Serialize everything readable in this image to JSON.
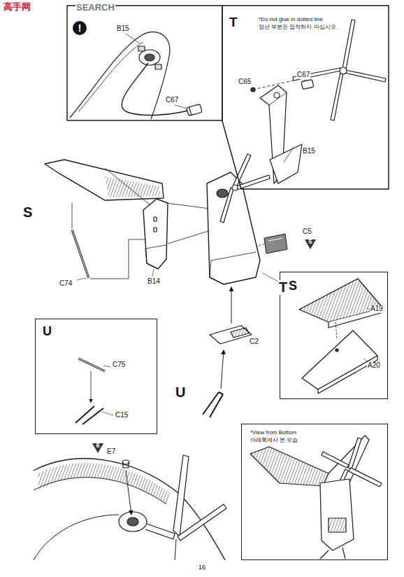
{
  "diagram": {
    "nodes": [
      {
        "text": [
          "!"
        ]
      },
      {
        "text": [
          "T",
          "*Do not glue in dotted line",
          "점선 부분은 접착하지 마십시오."
        ]
      },
      {
        "text": [
          "U"
        ]
      },
      {
        "text": [
          "S"
        ]
      },
      {
        "text": [
          "*View from Bottom",
          "아래쪽에서 본 모습"
        ]
      },
      {
        "text": [
          "5"
        ]
      },
      {
        "text": [
          "6"
        ]
      }
    ],
    "labels": [
      "高手网",
      "SEARCH",
      "B15",
      "C67",
      "C67",
      "C65",
      "B15",
      "S",
      "C74",
      "B14",
      "T",
      "C5",
      "C2",
      "U",
      "C75",
      "C15",
      "A19",
      "A20",
      "E7",
      "16"
    ]
  }
}
